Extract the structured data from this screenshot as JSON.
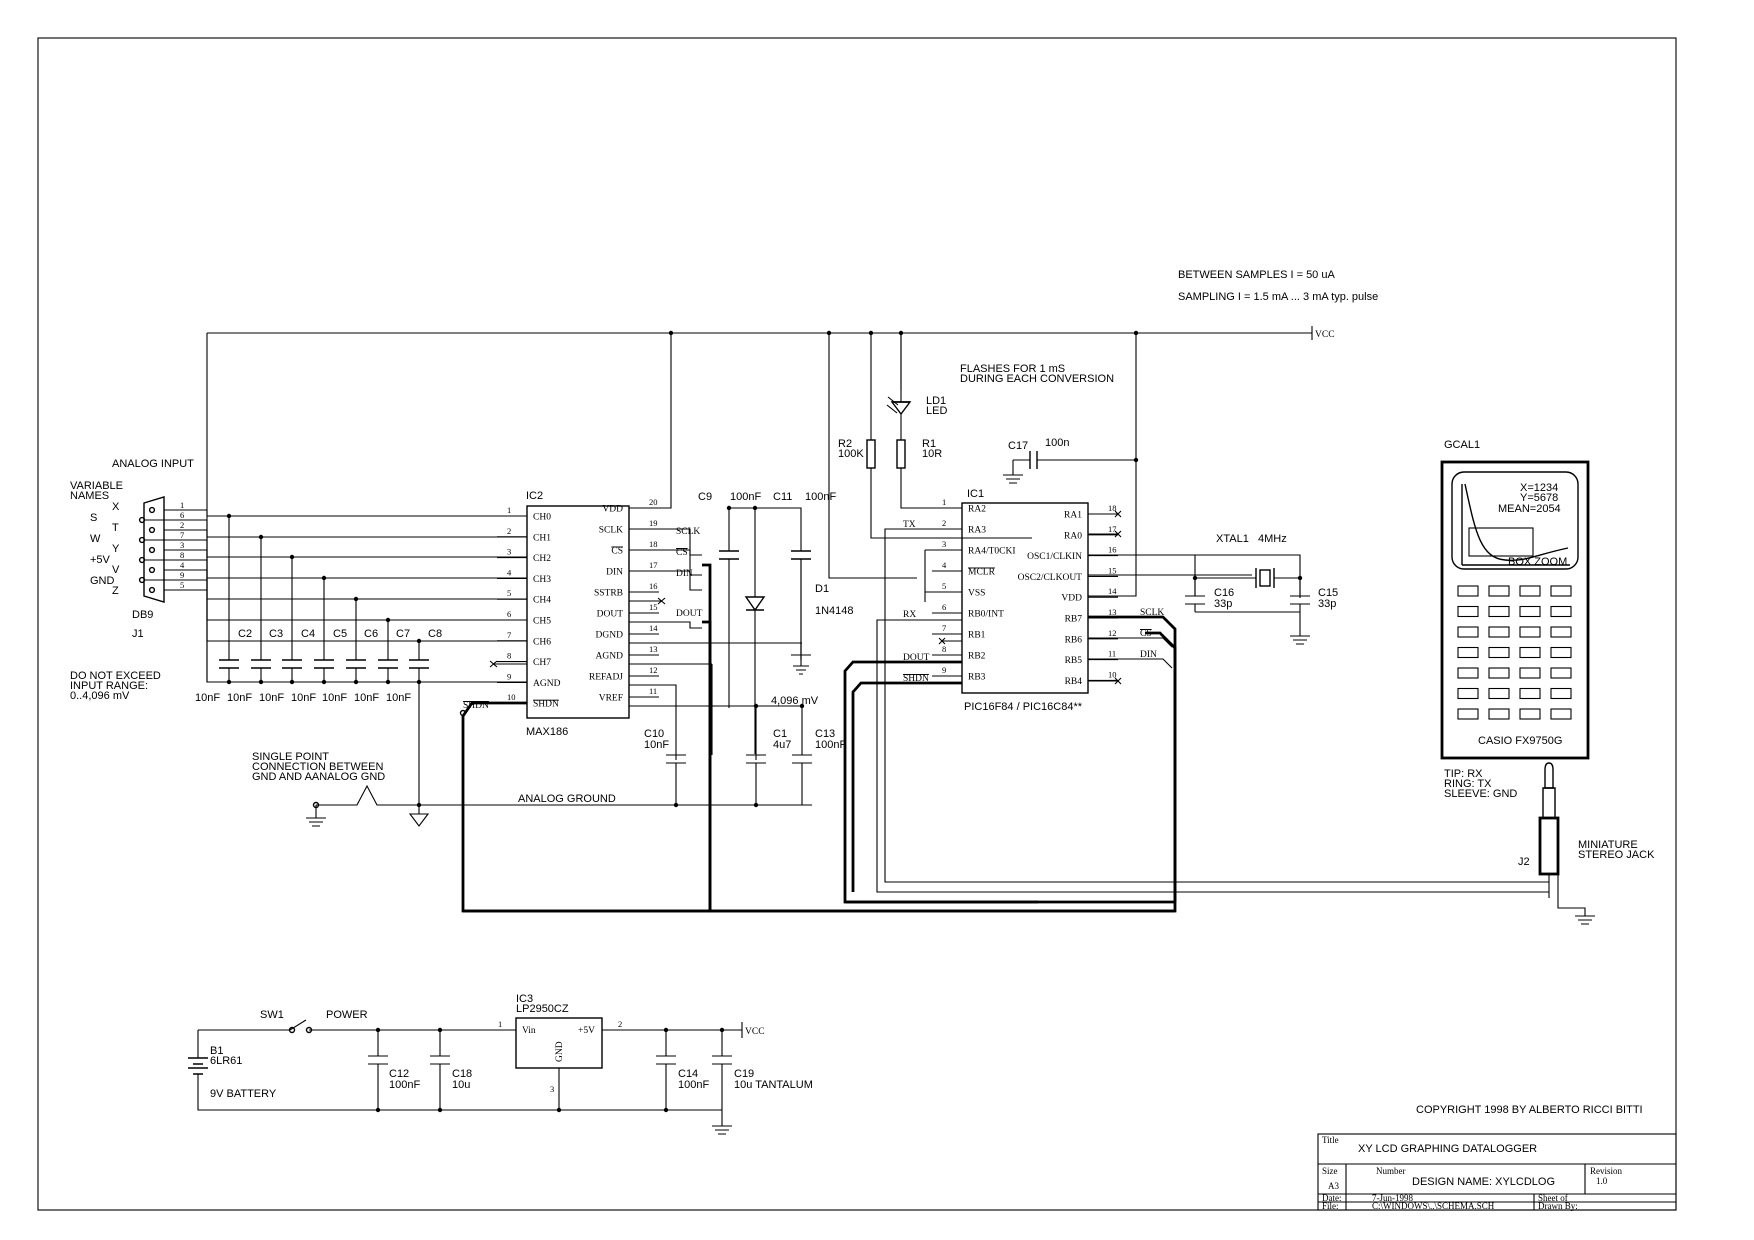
{
  "notes": {
    "between_samples": "BETWEEN SAMPLES I = 50 uA",
    "sampling": "SAMPLING  I = 1.5 mA ... 3 mA typ. pulse",
    "flashes_1": "FLASHES FOR 1 mS",
    "flashes_2": "DURING EACH CONVERSION",
    "analog_input": "ANALOG INPUT",
    "variable_1": "VARIABLE",
    "variable_2": "NAMES",
    "do_not_exceed_1": "DO NOT EXCEED",
    "do_not_exceed_2": "INPUT RANGE:",
    "do_not_exceed_3": "0..4,096 mV",
    "single_point_1": "SINGLE POINT",
    "single_point_2": "CONNECTION BETWEEN",
    "single_point_3": "GND AND AANALOG GND",
    "analog_ground": "ANALOG GROUND",
    "vref_value": "4,096 mV",
    "tip": "TIP: RX",
    "ring": "RING: TX",
    "sleeve": "SLEEVE: GND",
    "mini_1": "MINIATURE",
    "mini_2": "STEREO JACK",
    "copyright": "COPYRIGHT 1998 BY ALBERTO RICCI BITTI",
    "power": "POWER",
    "battery": "9V BATTERY"
  },
  "nets": {
    "vcc": "VCC",
    "vcc2": "VCC",
    "tx": "TX",
    "rx": "RX",
    "dout": "DOUT",
    "shdn": "SHDN",
    "sclk": "SCLK",
    "cs": "CS",
    "din": "DIN",
    "dout2": "DOUT",
    "sclk2": "SCLK",
    "cs2": "CS",
    "din2": "DIN",
    "shdn2": "SHDN"
  },
  "j1": {
    "ref": "J1",
    "type": "DB9",
    "names": [
      "X",
      "S",
      "T",
      "W",
      "Y",
      "+5V",
      "V",
      "GND",
      "Z"
    ],
    "pins": [
      "1",
      "6",
      "2",
      "7",
      "3",
      "8",
      "4",
      "9",
      "5"
    ]
  },
  "ic2": {
    "ref": "IC2",
    "part": "MAX186",
    "left_pins": [
      {
        "num": "1",
        "name": "CH0"
      },
      {
        "num": "2",
        "name": "CH1"
      },
      {
        "num": "3",
        "name": "CH2"
      },
      {
        "num": "4",
        "name": "CH3"
      },
      {
        "num": "5",
        "name": "CH4"
      },
      {
        "num": "6",
        "name": "CH5"
      },
      {
        "num": "7",
        "name": "CH6"
      },
      {
        "num": "8",
        "name": "CH7"
      },
      {
        "num": "9",
        "name": "AGND"
      },
      {
        "num": "10",
        "name": "SHDN"
      }
    ],
    "right_pins": [
      {
        "num": "20",
        "name": "VDD"
      },
      {
        "num": "19",
        "name": "SCLK"
      },
      {
        "num": "18",
        "name": "CS"
      },
      {
        "num": "17",
        "name": "DIN"
      },
      {
        "num": "16",
        "name": "SSTRB"
      },
      {
        "num": "15",
        "name": "DOUT"
      },
      {
        "num": "14",
        "name": "DGND"
      },
      {
        "num": "13",
        "name": "AGND"
      },
      {
        "num": "12",
        "name": "REFADJ"
      },
      {
        "num": "11",
        "name": "VREF"
      }
    ]
  },
  "ic1": {
    "ref": "IC1",
    "part": "PIC16F84 / PIC16C84**",
    "left_pins": [
      {
        "num": "1",
        "name": "RA2"
      },
      {
        "num": "2",
        "name": "RA3"
      },
      {
        "num": "3",
        "name": "RA4/T0CKI"
      },
      {
        "num": "4",
        "name": "MCLR"
      },
      {
        "num": "5",
        "name": "VSS"
      },
      {
        "num": "6",
        "name": "RB0/INT"
      },
      {
        "num": "7",
        "name": "RB1"
      },
      {
        "num": "8",
        "name": "RB2"
      },
      {
        "num": "9",
        "name": "RB3"
      }
    ],
    "right_pins": [
      {
        "num": "18",
        "name": "RA1"
      },
      {
        "num": "17",
        "name": "RA0"
      },
      {
        "num": "16",
        "name": "OSC1/CLKIN"
      },
      {
        "num": "15",
        "name": "OSC2/CLKOUT"
      },
      {
        "num": "14",
        "name": "VDD"
      },
      {
        "num": "13",
        "name": "RB7"
      },
      {
        "num": "12",
        "name": "RB6"
      },
      {
        "num": "11",
        "name": "RB5"
      },
      {
        "num": "10",
        "name": "RB4"
      }
    ]
  },
  "ic3": {
    "ref": "IC3",
    "part": "LP2950CZ",
    "vin": "Vin",
    "vout": "+5V",
    "gnd": "GND",
    "pin1": "1",
    "pin2": "2",
    "pin3": "3"
  },
  "components": {
    "c2": {
      "ref": "C2",
      "val": "10nF"
    },
    "c3": {
      "ref": "C3",
      "val": "10nF"
    },
    "c4": {
      "ref": "C4",
      "val": "10nF"
    },
    "c5": {
      "ref": "C5",
      "val": "10nF"
    },
    "c6": {
      "ref": "C6",
      "val": "10nF"
    },
    "c7": {
      "ref": "C7",
      "val": "10nF"
    },
    "c8": {
      "ref": "C8",
      "val": "10nF"
    },
    "c9": {
      "ref": "C9",
      "val": "100nF"
    },
    "c11": {
      "ref": "C11",
      "val": "100nF"
    },
    "c10": {
      "ref": "C10",
      "val": "10nF"
    },
    "c1": {
      "ref": "C1",
      "val": "4u7"
    },
    "c13": {
      "ref": "C13",
      "val": "100nF"
    },
    "d1": {
      "ref": "D1",
      "val": "1N4148"
    },
    "r2": {
      "ref": "R2",
      "val": "100K"
    },
    "r1": {
      "ref": "R1",
      "val": "10R"
    },
    "ld1": {
      "ref": "LD1",
      "val": "LED"
    },
    "c17": {
      "ref": "C17",
      "val": "100n"
    },
    "xtal1": {
      "ref": "XTAL1",
      "val": "4MHz"
    },
    "c16": {
      "ref": "C16",
      "val": "33p"
    },
    "c15": {
      "ref": "C15",
      "val": "33p"
    },
    "j2": {
      "ref": "J2"
    },
    "sw1": {
      "ref": "SW1"
    },
    "b1": {
      "ref": "B1",
      "val": "6LR61"
    },
    "c12": {
      "ref": "C12",
      "val": "100nF"
    },
    "c18": {
      "ref": "C18",
      "val": "10u"
    },
    "c14": {
      "ref": "C14",
      "val": "100nF"
    },
    "c19": {
      "ref": "C19",
      "val": "10u TANTALUM"
    }
  },
  "calculator": {
    "ref": "GCAL1",
    "model": "CASIO FX9750G",
    "x": "X=1234",
    "y": "Y=5678",
    "mean": "MEAN=2054",
    "zoom": "BOX ZOOM",
    "key_rows": 7,
    "key_cols": 4
  },
  "title_block": {
    "title_label": "Title",
    "title": "XY LCD GRAPHING DATALOGGER",
    "size_label": "Size",
    "size": "A3",
    "number_label": "Number",
    "number": "DESIGN NAME: XYLCDLOG",
    "revision_label": "Revision",
    "revision": "1.0",
    "date_label": "Date:",
    "date": "7-Jun-1998",
    "sheet_label": "Sheet    of",
    "file_label": "File:",
    "file": "C:\\WINDOWS\\..\\SCHEMA.SCH",
    "drawn_label": "Drawn By:"
  }
}
